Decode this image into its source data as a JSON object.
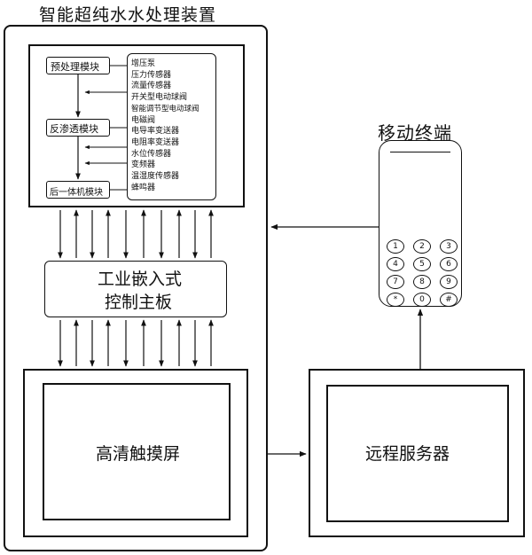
{
  "device": {
    "title": "智能超纯水水处理装置"
  },
  "modules": {
    "pretreatment": "预处理模块",
    "reverse_osmosis": "反渗透模块",
    "post_treatment": "后一体机模块"
  },
  "components": [
    "增压泵",
    "压力传感器",
    "流量传感器",
    "开关型电动球阀",
    "智能调节型电动球阀",
    "电磁阀",
    "电导率变送器",
    "电阻率变送器",
    "水位传感器",
    "变频器",
    "温湿度传感器",
    "蜂鸣器"
  ],
  "controller": {
    "line1": "工业嵌入式",
    "line2": "控制主板"
  },
  "touchscreen": {
    "label": "高清触摸屏"
  },
  "mobile": {
    "title": "移动终端",
    "keys": [
      "1",
      "2",
      "3",
      "4",
      "5",
      "6",
      "7",
      "8",
      "9",
      "*",
      "0",
      "#"
    ]
  },
  "server": {
    "label": "远程服务器"
  }
}
